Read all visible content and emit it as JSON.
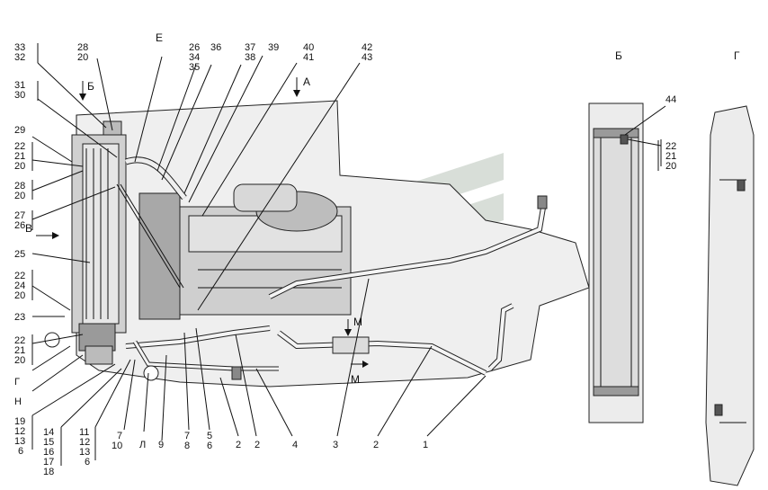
{
  "views": {
    "b": "Б",
    "g": "Г",
    "a": "А",
    "v": "В",
    "e": "Е",
    "m_upper": "М",
    "m_lower": "М",
    "b_arrow": "Б"
  },
  "callouts": {
    "c33_32": [
      "33",
      "32"
    ],
    "c28_20": [
      "28",
      "20"
    ],
    "c26_34_35": [
      "26",
      "34",
      "35"
    ],
    "c36": [
      "36"
    ],
    "c37_38": [
      "37",
      "38"
    ],
    "c39": [
      "39"
    ],
    "c40_41": [
      "40",
      "41"
    ],
    "c42_43": [
      "42",
      "43"
    ],
    "c31_30": [
      "31",
      "30"
    ],
    "c29": [
      "29"
    ],
    "c22_21_20_a": [
      "22",
      "21",
      "20"
    ],
    "c28_20_b": [
      "28",
      "20"
    ],
    "c27_26": [
      "27",
      "26"
    ],
    "c25": [
      "25"
    ],
    "c22_24_20": [
      "22",
      "24",
      "20"
    ],
    "c23": [
      "23"
    ],
    "c22_21_20_b": [
      "22",
      "21",
      "20"
    ],
    "c_g": [
      "Г"
    ],
    "c_n": [
      "Н"
    ],
    "c19_12_13_6": [
      "19",
      "12",
      "13",
      "6"
    ],
    "c14_15_16_17_18": [
      "14",
      "15",
      "16",
      "17",
      "18"
    ],
    "c11_12_13_6": [
      "11",
      "12",
      "13",
      "6"
    ],
    "c7_10": [
      "7",
      "10"
    ],
    "c_l": [
      "Л"
    ],
    "c9": [
      "9"
    ],
    "c7_8": [
      "7",
      "8"
    ],
    "c5_6": [
      "5",
      "6"
    ],
    "c2_a": [
      "2"
    ],
    "c2_b": [
      "2"
    ],
    "c4": [
      "4"
    ],
    "c3": [
      "3"
    ],
    "c2_c": [
      "2"
    ],
    "c1": [
      "1"
    ],
    "c44": [
      "44"
    ],
    "c22_21_20_c": [
      "22",
      "21",
      "20"
    ]
  },
  "colors": {
    "line": "#111111",
    "part_fill": "#dcdcdc",
    "dark_fill": "#9a9a9a",
    "watermark": "#b9c4b9"
  }
}
